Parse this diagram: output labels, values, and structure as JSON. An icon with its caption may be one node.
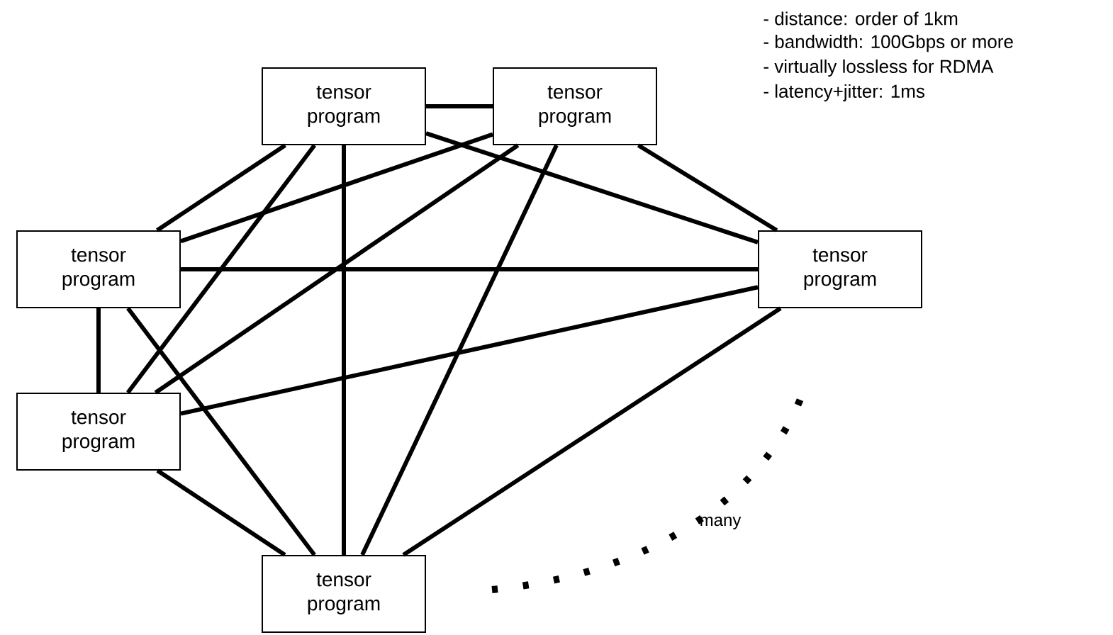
{
  "diagram": {
    "nodes": [
      {
        "text": [
          "tensor program"
        ]
      },
      {
        "text": [
          "tensor program"
        ]
      },
      {
        "text": [
          "tensor program"
        ]
      },
      {
        "text": [
          "tensor program"
        ]
      },
      {
        "text": [
          "tensor program"
        ]
      },
      {
        "text": [
          "tensor program"
        ]
      }
    ],
    "edges": [
      {
        "from": 0,
        "to": 1,
        "arrow": "none"
      },
      {
        "from": 0,
        "to": 2,
        "arrow": "none"
      },
      {
        "from": 0,
        "to": 3,
        "arrow": "none"
      },
      {
        "from": 0,
        "to": 4,
        "arrow": "none"
      },
      {
        "from": 0,
        "to": 5,
        "arrow": "none"
      },
      {
        "from": 1,
        "to": 2,
        "arrow": "none"
      },
      {
        "from": 1,
        "to": 3,
        "arrow": "none"
      },
      {
        "from": 1,
        "to": 4,
        "arrow": "none"
      },
      {
        "from": 1,
        "to": 5,
        "arrow": "none"
      },
      {
        "from": 2,
        "to": 3,
        "arrow": "none"
      },
      {
        "from": 2,
        "to": 4,
        "arrow": "none"
      },
      {
        "from": 2,
        "to": 5,
        "arrow": "none"
      },
      {
        "from": 3,
        "to": 4,
        "arrow": "none"
      },
      {
        "from": 3,
        "to": 5,
        "arrow": "none"
      },
      {
        "from": 4,
        "to": 5,
        "arrow": "none"
      }
    ],
    "labels": [
      "- distance: order of 1km",
      "- bandwidth: 100Gbps or more",
      "- virtually lossless for RDMA",
      "- latency+jitter: 1ms",
      "many"
    ]
  }
}
